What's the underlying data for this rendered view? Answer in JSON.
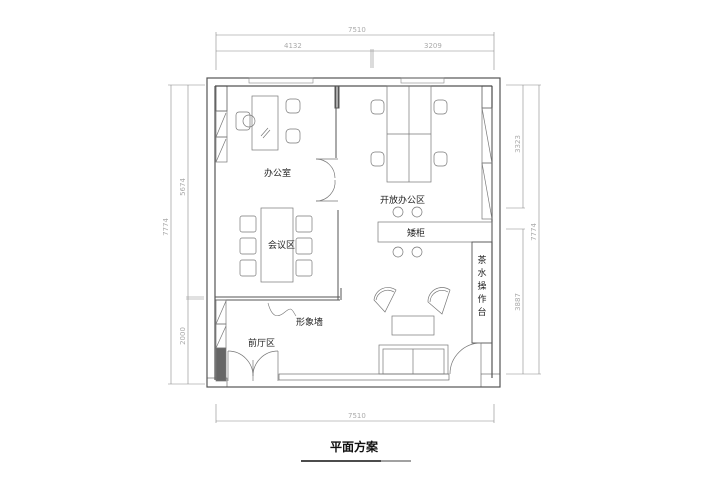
{
  "drawing": {
    "title": "平面方案"
  },
  "rooms": {
    "office": "办公室",
    "open_office": "开放办公区",
    "meeting": "会议区",
    "image_wall": "形象墙",
    "lobby": "前厅区",
    "low_cabinet": "矮柜",
    "tea_counter": "茶水操作台"
  },
  "dimensions": {
    "top_total": "7510",
    "top_left": "4132",
    "top_right": "3209",
    "bottom_total": "7510",
    "left_total": "7774",
    "left_upper": "5674",
    "left_lower": "2000",
    "right_total": "7774",
    "right_upper": "3323",
    "right_lower": "3887"
  }
}
